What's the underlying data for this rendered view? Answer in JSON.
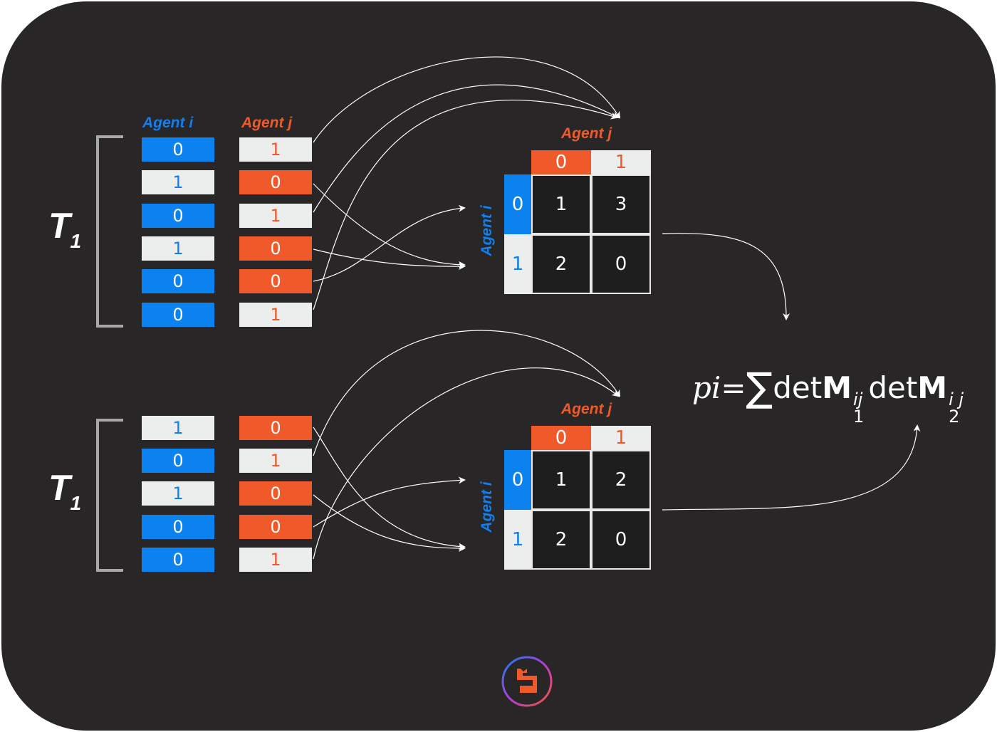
{
  "colors": {
    "background": "#282626",
    "blue": "#0b82f0",
    "orange": "#f05a2b",
    "light": "#eceded"
  },
  "top": {
    "label": "T",
    "label_sub": "1",
    "agent_i_header": "Agent i",
    "agent_j_header": "Agent j",
    "agent_i": [
      "0",
      "1",
      "0",
      "1",
      "0",
      "0"
    ],
    "agent_j": [
      "1",
      "0",
      "1",
      "0",
      "0",
      "1"
    ],
    "matrix": {
      "col_header": "Agent j",
      "row_header": "Agent i",
      "cols": [
        "0",
        "1"
      ],
      "rows": [
        "0",
        "1"
      ],
      "values": [
        [
          "1",
          "3"
        ],
        [
          "2",
          "0"
        ]
      ]
    }
  },
  "bottom": {
    "label": "T",
    "label_sub": "1",
    "agent_i": [
      "1",
      "0",
      "1",
      "0",
      "0"
    ],
    "agent_j": [
      "0",
      "1",
      "0",
      "0",
      "1"
    ],
    "matrix": {
      "col_header": "Agent j",
      "row_header": "Agent i",
      "cols": [
        "0",
        "1"
      ],
      "rows": [
        "0",
        "1"
      ],
      "values": [
        [
          "1",
          "2"
        ],
        [
          "2",
          "0"
        ]
      ]
    }
  },
  "formula": {
    "lhs": "pi",
    "eq": "=",
    "sum": "∑",
    "det": "det",
    "m": "M",
    "sup1": "ij",
    "sub1": "1",
    "sup2": "i j",
    "sub2": "2"
  },
  "logo": {
    "icon": "logo-icon"
  }
}
